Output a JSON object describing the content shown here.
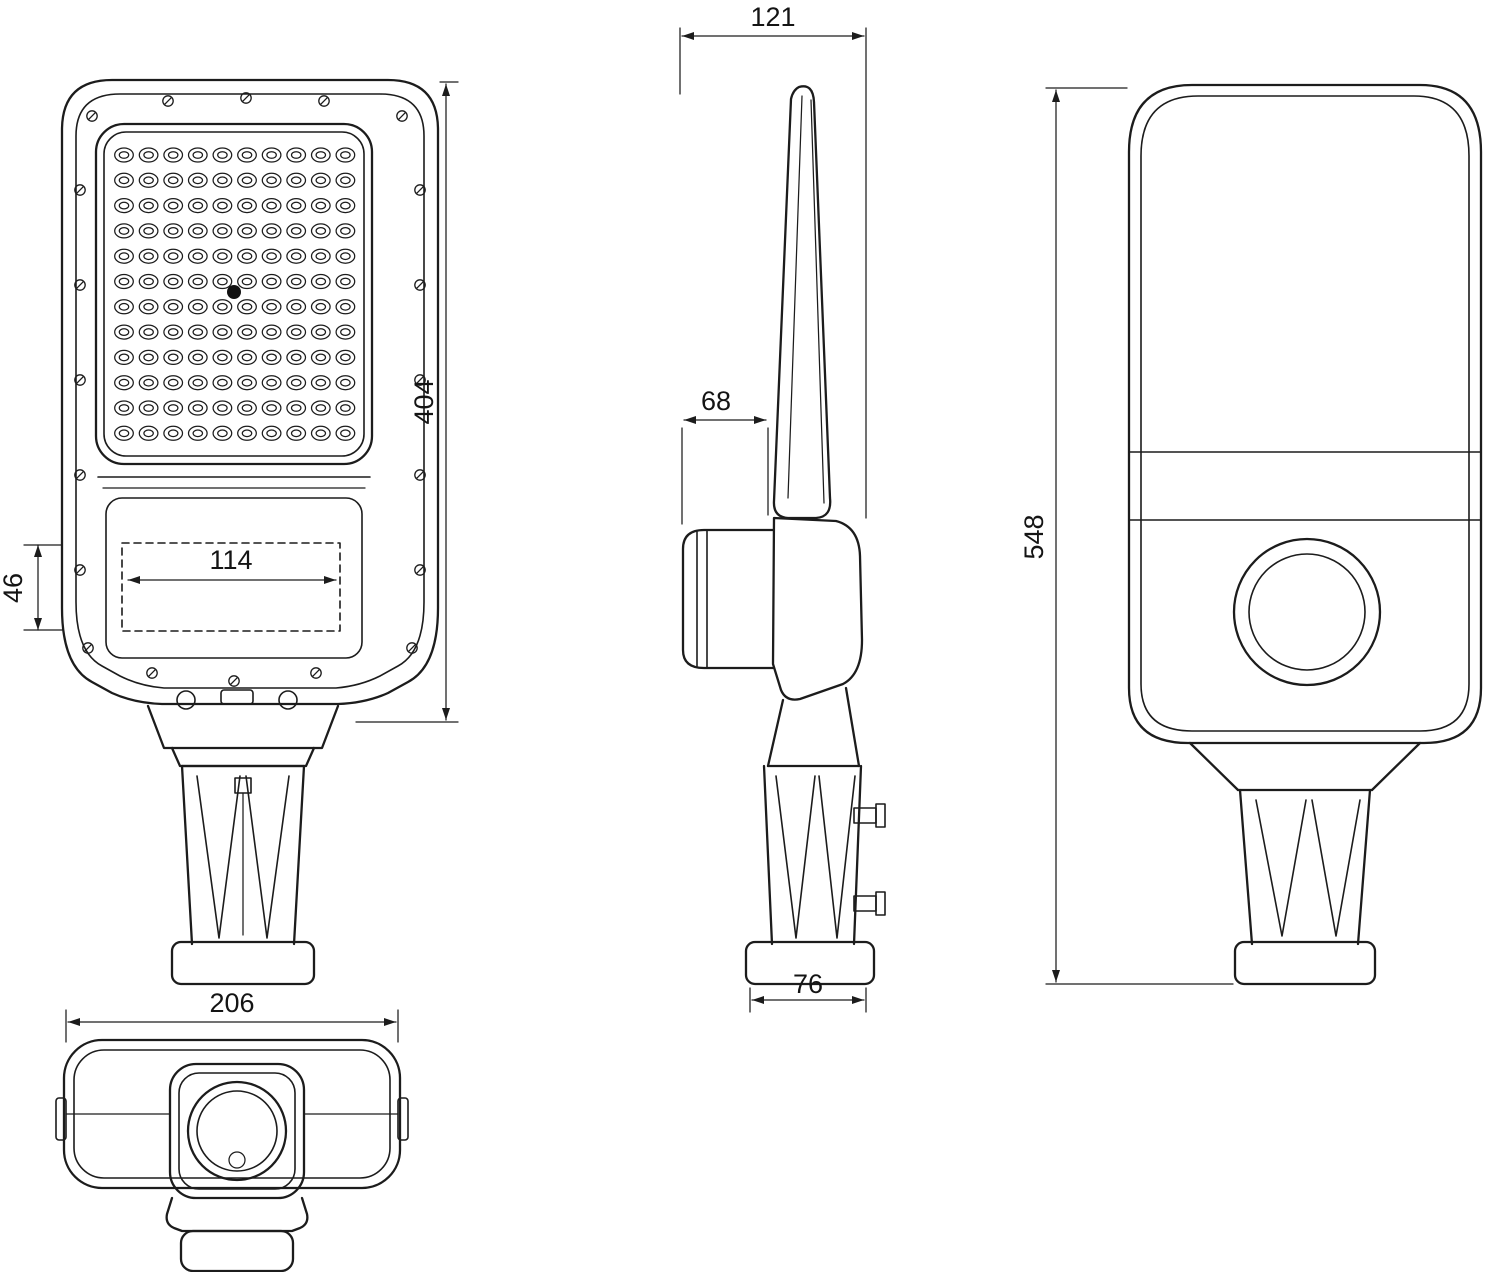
{
  "page": {
    "background": "#ffffff"
  },
  "drawing": {
    "subject": "LED street light luminaire technical drawing, four orthographic views",
    "line_color": "#1c1c1c",
    "views": {
      "front": "front view",
      "side": "side view",
      "back": "back view",
      "bottom": "bottom view"
    },
    "dimensions": {
      "front_overall_height": "404",
      "front_mount_opening_width": "114",
      "front_mount_opening_height": "46",
      "side_head_depth": "121",
      "side_body_depth": "68",
      "side_base_depth": "76",
      "back_overall_height": "548",
      "bottom_overall_width": "206"
    }
  }
}
